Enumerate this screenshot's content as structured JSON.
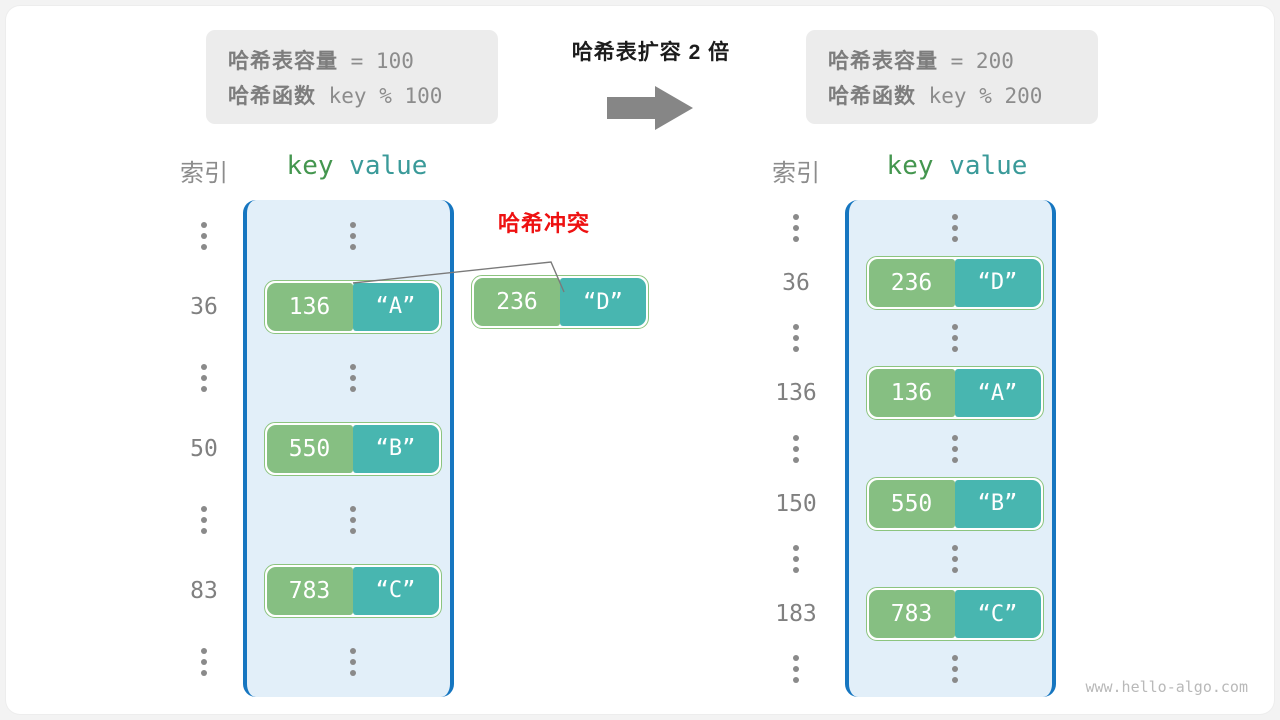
{
  "diagram": {
    "title": "哈希表扩容 2 倍",
    "watermark": "www.hello-algo.com",
    "collision_label": "哈希冲突",
    "colors": {
      "key_fill": "#86bf82",
      "value_fill": "#48b6b0",
      "panel_fill": "#e2eff9",
      "panel_border": "#1676c0",
      "pair_border": "#8cc47f",
      "info_box_fill": "#ececec",
      "collision_red": "#ee1111",
      "key_header": "#44964f",
      "value_header": "#3a9a99",
      "index_gray": "#808080"
    }
  },
  "before": {
    "info": {
      "capacity_label": "哈希表容量",
      "capacity_value": " = 100",
      "function_label": "哈希函数",
      "function_value": " key % 100"
    },
    "headers": {
      "index": "索引",
      "key": "key",
      "value": "value"
    },
    "rows": [
      {
        "type": "ellipsis",
        "index": ""
      },
      {
        "type": "entry",
        "index": "36",
        "key": "136",
        "value": "“A”"
      },
      {
        "type": "ellipsis",
        "index": ""
      },
      {
        "type": "entry",
        "index": "50",
        "key": "550",
        "value": "“B”"
      },
      {
        "type": "ellipsis",
        "index": ""
      },
      {
        "type": "entry",
        "index": "83",
        "key": "783",
        "value": "“C”"
      },
      {
        "type": "ellipsis",
        "index": ""
      }
    ],
    "colliding_entry": {
      "key": "236",
      "value": "“D”"
    }
  },
  "after": {
    "info": {
      "capacity_label": "哈希表容量",
      "capacity_value": " = 200",
      "function_label": "哈希函数",
      "function_value": " key % 200"
    },
    "headers": {
      "index": "索引",
      "key": "key",
      "value": "value"
    },
    "rows": [
      {
        "type": "ellipsis",
        "index": ""
      },
      {
        "type": "entry",
        "index": "36",
        "key": "236",
        "value": "“D”"
      },
      {
        "type": "ellipsis",
        "index": ""
      },
      {
        "type": "entry",
        "index": "136",
        "key": "136",
        "value": "“A”"
      },
      {
        "type": "ellipsis",
        "index": ""
      },
      {
        "type": "entry",
        "index": "150",
        "key": "550",
        "value": "“B”"
      },
      {
        "type": "ellipsis",
        "index": ""
      },
      {
        "type": "entry",
        "index": "183",
        "key": "783",
        "value": "“C”"
      },
      {
        "type": "ellipsis",
        "index": ""
      }
    ]
  }
}
